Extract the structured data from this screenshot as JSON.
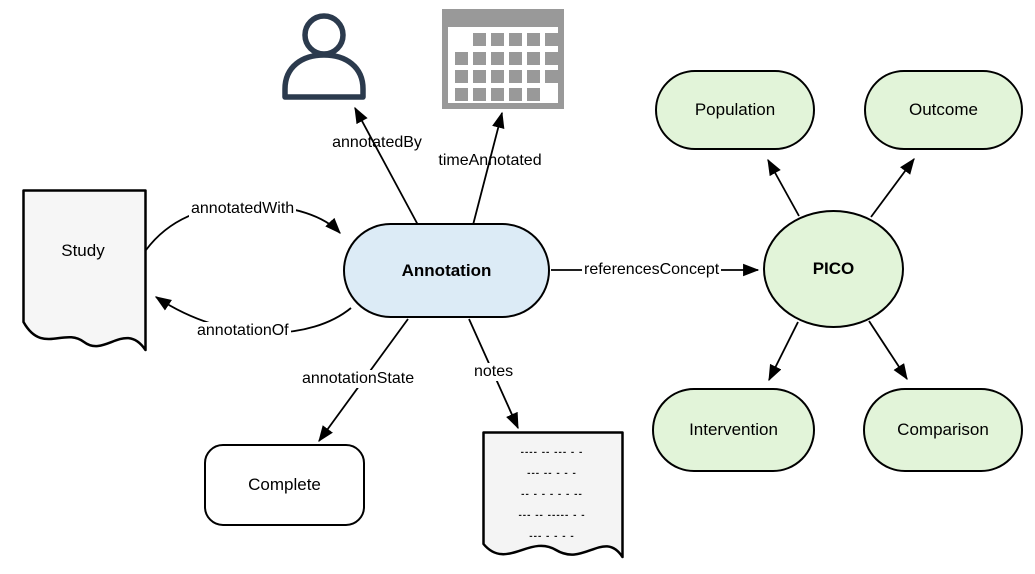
{
  "diagram": {
    "nodes": {
      "study": {
        "label": "Study",
        "shape": "document"
      },
      "annotation": {
        "label": "Annotation",
        "shape": "stadium",
        "fill": "#dcebf6"
      },
      "complete": {
        "label": "Complete",
        "shape": "rounded-rect",
        "fill": "#ffffff"
      },
      "pico": {
        "label": "PICO",
        "shape": "ellipse",
        "fill": "#e2f4d9"
      },
      "population": {
        "label": "Population",
        "shape": "stadium",
        "fill": "#e2f4d9"
      },
      "outcome": {
        "label": "Outcome",
        "shape": "stadium",
        "fill": "#e2f4d9"
      },
      "intervention": {
        "label": "Intervention",
        "shape": "stadium",
        "fill": "#e2f4d9"
      },
      "comparison": {
        "label": "Comparison",
        "shape": "stadium",
        "fill": "#e2f4d9"
      }
    },
    "edges": {
      "annotatedBy": {
        "label": "annotatedBy",
        "from": "Annotation",
        "to": "person-icon"
      },
      "timeAnnotated": {
        "label": "timeAnnotated",
        "from": "Annotation",
        "to": "calendar-icon"
      },
      "annotatedWith": {
        "label": "annotatedWith",
        "from": "Study",
        "to": "Annotation"
      },
      "annotationOf": {
        "label": "annotationOf",
        "from": "Annotation",
        "to": "Study"
      },
      "annotationState": {
        "label": "annotationState",
        "from": "Annotation",
        "to": "Complete"
      },
      "notes": {
        "label": "notes",
        "from": "Annotation",
        "to": "notes-document"
      },
      "referencesConcept": {
        "label": "referencesConcept",
        "from": "Annotation",
        "to": "PICO"
      },
      "picoPopulation": {
        "label": "",
        "from": "PICO",
        "to": "Population"
      },
      "picoOutcome": {
        "label": "",
        "from": "PICO",
        "to": "Outcome"
      },
      "picoIntervention": {
        "label": "",
        "from": "PICO",
        "to": "Intervention"
      },
      "picoComparison": {
        "label": "",
        "from": "PICO",
        "to": "Comparison"
      }
    },
    "notes_doc": {
      "lines": [
        "---- -- --- - -",
        "--- -- - - -",
        "-- - - - -  - --",
        "--- -- ----- - -",
        "--- - - - -"
      ]
    },
    "icons": {
      "person": "user-silhouette",
      "calendar": "calendar-grid"
    },
    "colors": {
      "annotation_fill": "#dcebf6",
      "concept_fill": "#e2f4d9",
      "document_fill": "#f6f6f6",
      "state_fill": "#ffffff",
      "edge_stroke": "#000000",
      "person_stroke": "#2b3a4d",
      "calendar_gray": "#999999"
    }
  }
}
